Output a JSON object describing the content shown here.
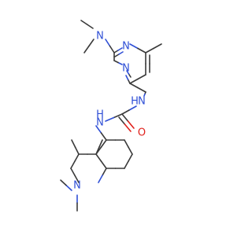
{
  "molecule": {
    "colors": {
      "carbon_bond": "#3a3a3a",
      "nitrogen": "#2f4fd6",
      "oxygen": "#e0201b"
    },
    "atom_labels": {
      "pyrimidine_n_top": "N",
      "pyrimidine_n_bottom": "N",
      "dimethylamino_n_top": "N",
      "urea_nh_upper": "N",
      "urea_h_upper": "H",
      "urea_nh_lower": "N",
      "urea_h_lower": "H",
      "urea_o": "O",
      "dimethylamino_n_bottom": "N"
    }
  }
}
